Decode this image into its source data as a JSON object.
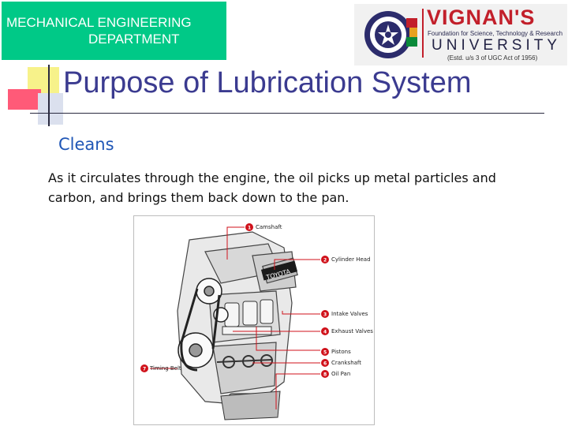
{
  "header": {
    "department_line1": "MECHANICAL ENGINEERING",
    "department_line2": "DEPARTMENT"
  },
  "logo": {
    "name": "VIGNAN'S",
    "tagline": "Foundation for Science, Technology & Research",
    "word": "UNIVERSITY",
    "established": "(Estd. u/s 3 of UGC Act of 1956)",
    "brand_color": "#c21f2a",
    "icon": "university-emblem-icon"
  },
  "slide": {
    "title": "Purpose of Lubrication System",
    "subheading": "Cleans",
    "body": "As it circulates through the engine, the oil picks up metal particles and carbon, and brings them back down to the pan."
  },
  "figure": {
    "engine_badge": "TOYOTA",
    "callouts": [
      {
        "num": "1",
        "label": "Camshaft"
      },
      {
        "num": "2",
        "label": "Cylinder Head"
      },
      {
        "num": "3",
        "label": "Intake Valves"
      },
      {
        "num": "4",
        "label": "Exhaust Valves"
      },
      {
        "num": "5",
        "label": "Pistons"
      },
      {
        "num": "6",
        "label": "Crankshaft"
      },
      {
        "num": "7",
        "label": "Timing Belt"
      },
      {
        "num": "8",
        "label": "Oil Pan"
      }
    ],
    "callout_color": "#d0121b"
  },
  "colors": {
    "header_green": "#00c987",
    "title_blue": "#3b3b90",
    "subheading_blue": "#1f56b6"
  }
}
